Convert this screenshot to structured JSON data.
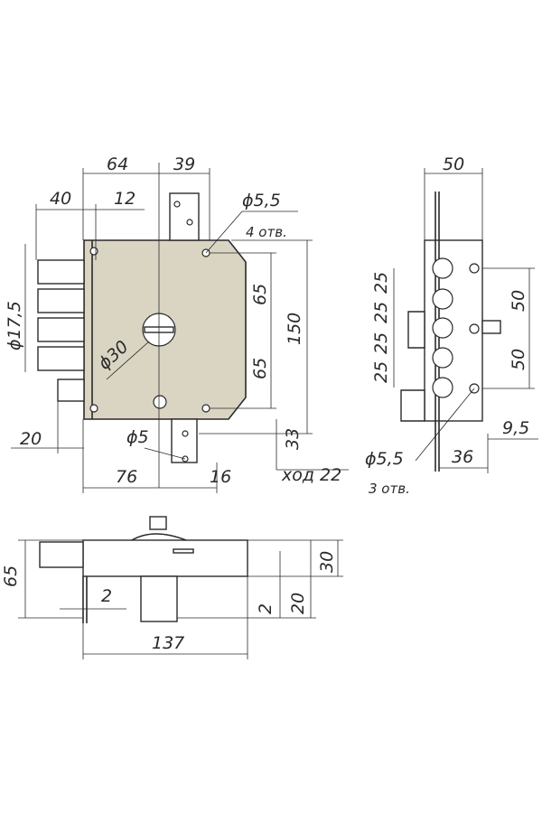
{
  "dimensions": {
    "d64": "64",
    "d39": "39",
    "d40": "40",
    "d12": "12",
    "phi55_top": "ϕ5,5",
    "holes4": "4 отв.",
    "d65a": "65",
    "d65b": "65",
    "d150": "150",
    "phi175": "ϕ17,5",
    "phi30": "ϕ30",
    "d20": "20",
    "phi5": "ϕ5",
    "d33": "33",
    "d76": "76",
    "d16": "16",
    "stroke22": "ход 22",
    "d50_top": "50",
    "d25a": "25",
    "d25b": "25",
    "d25c": "25",
    "d25d": "25",
    "d50r1": "50",
    "d50r2": "50",
    "d95": "9,5",
    "d36": "36",
    "phi55_side": "ϕ5,5",
    "holes3": "3 отв.",
    "d65_bottom": "65",
    "d2a": "2",
    "d137": "137",
    "d30": "30",
    "d20b": "20",
    "d2b": "2"
  },
  "colors": {
    "body_fill": "#dad5c3",
    "line": "#2a2a2a"
  }
}
